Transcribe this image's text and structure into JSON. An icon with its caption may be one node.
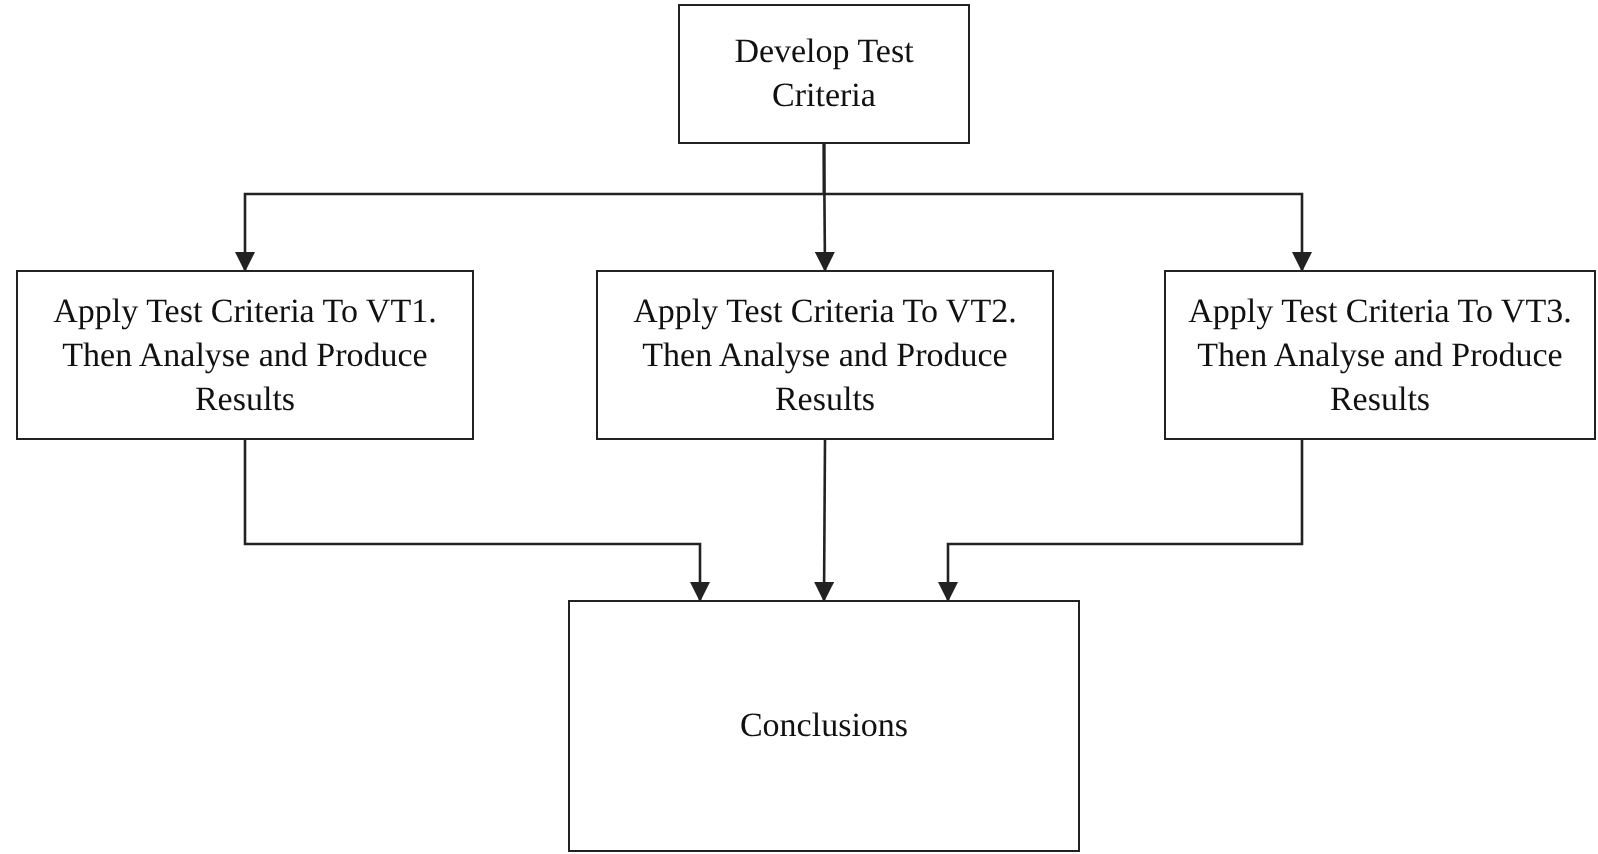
{
  "diagram": {
    "nodes": [
      {
        "text": [
          "Develop Test Criteria"
        ]
      },
      {
        "text": [
          "Apply Test Criteria To VT1. Then Analyse and Produce Results"
        ]
      },
      {
        "text": [
          "Apply Test Criteria To VT2. Then Analyse and Produce Results"
        ]
      },
      {
        "text": [
          "Apply Test Criteria To VT3. Then Analyse and Produce Results"
        ]
      },
      {
        "text": [
          "Conclusions"
        ]
      }
    ],
    "edges": [
      {
        "from": 0,
        "to": 1,
        "arrow": "to"
      },
      {
        "from": 0,
        "to": 2,
        "arrow": "to"
      },
      {
        "from": 0,
        "to": 3,
        "arrow": "to"
      },
      {
        "from": 1,
        "to": 4,
        "arrow": "to"
      },
      {
        "from": 2,
        "to": 4,
        "arrow": "to"
      },
      {
        "from": 3,
        "to": 4,
        "arrow": "to"
      }
    ]
  }
}
